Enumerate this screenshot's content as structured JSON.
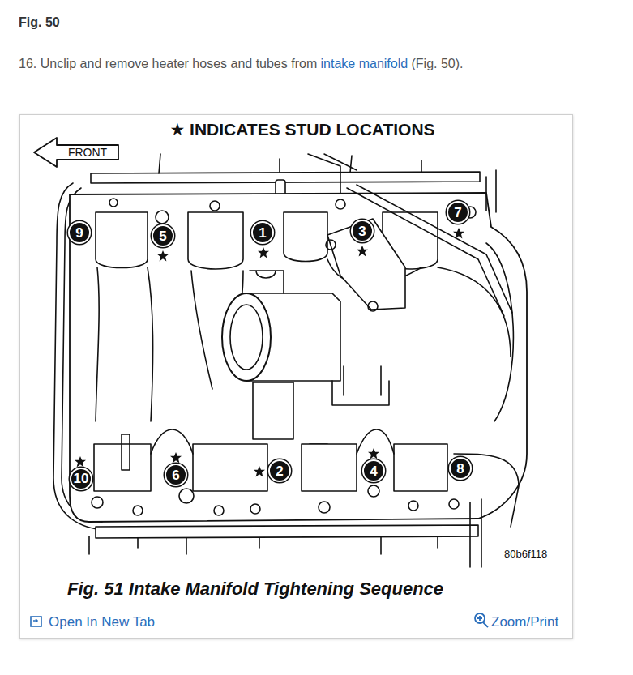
{
  "diagram": {
    "title": "Fig. 50",
    "caption": "Fig. 51 Intake Manifold Tightening Sequence",
    "nodes": [
      {
        "text": [
          "9"
        ]
      },
      {
        "text": [
          "5"
        ]
      },
      {
        "text": [
          "1"
        ]
      },
      {
        "text": [
          "3"
        ]
      },
      {
        "text": [
          "7"
        ]
      },
      {
        "text": [
          "10"
        ]
      },
      {
        "text": [
          "6"
        ]
      },
      {
        "text": [
          "2"
        ]
      },
      {
        "text": [
          "4"
        ]
      },
      {
        "text": [
          "8"
        ]
      }
    ],
    "labels": [
      "16. Unclip and remove heater hoses and tubes from",
      "intake manifold",
      "(Fig. 50).",
      "★ INDICATES STUD LOCATIONS",
      "FRONT",
      "80b6f118",
      "Open In New Tab",
      "Zoom/Print"
    ]
  }
}
